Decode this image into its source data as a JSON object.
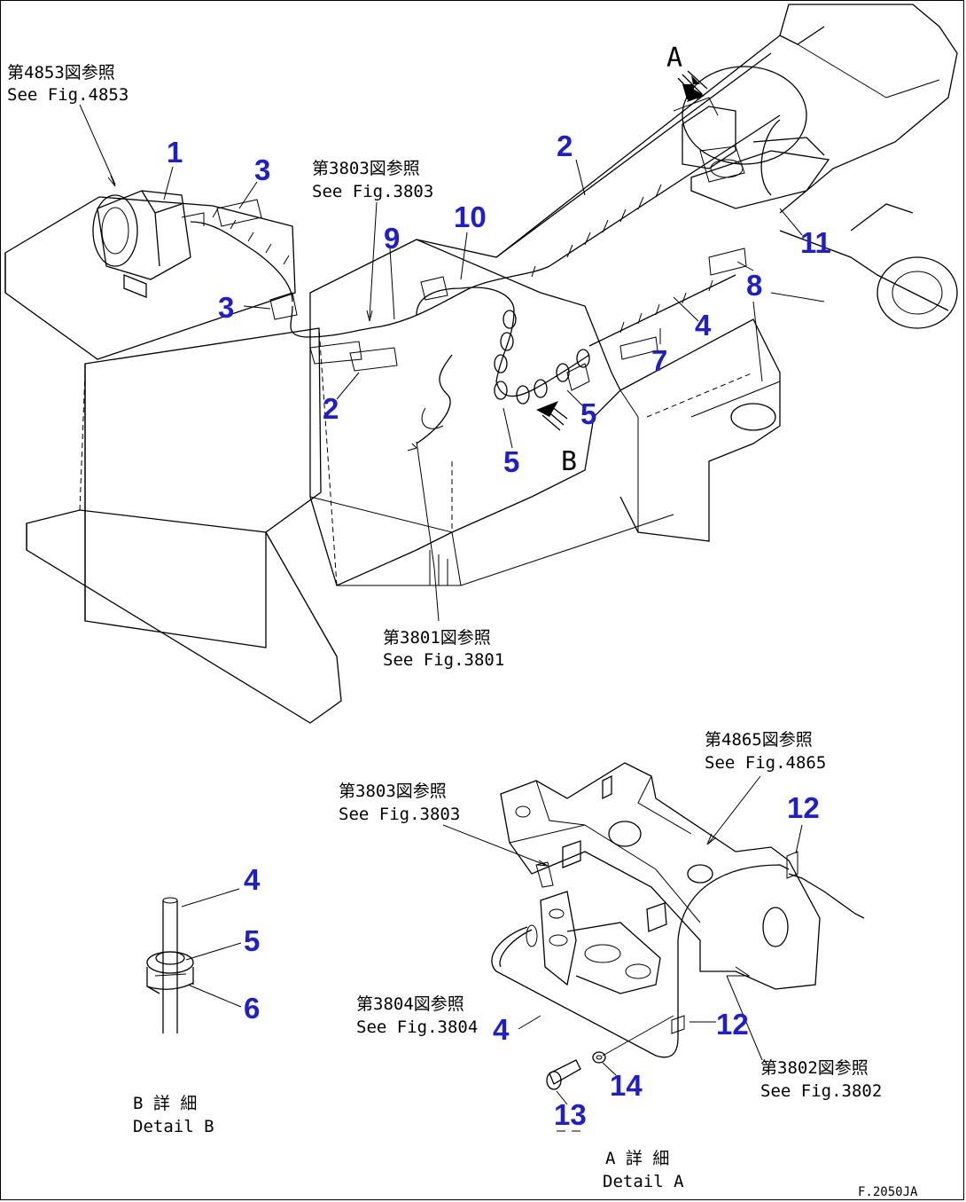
{
  "refs": {
    "fig4853_jp": "第4853図参照",
    "fig4853_en": "See Fig.4853",
    "fig3803_jp": "第3803図参照",
    "fig3803_en": "See Fig.3803",
    "fig3801_jp": "第3801図参照",
    "fig3801_en": "See Fig.3801",
    "fig4865_jp": "第4865図参照",
    "fig4865_en": "See Fig.4865",
    "fig3803b_jp": "第3803図参照",
    "fig3803b_en": "See Fig.3803",
    "fig3804_jp": "第3804図参照",
    "fig3804_en": "See Fig.3804",
    "fig3802_jp": "第3802図参照",
    "fig3802_en": "See Fig.3802"
  },
  "views": {
    "arrow_a": "A",
    "arrow_b": "B",
    "detail_b_jp": "B 詳 細",
    "detail_b_en": "Detail B",
    "detail_a_jp": "A 詳 細",
    "detail_a_en": "Detail A"
  },
  "part_numbers": {
    "p1": "1",
    "p2a": "2",
    "p2b": "2",
    "p3a": "3",
    "p3b": "3",
    "p4a": "4",
    "p4b": "4",
    "p4c": "4",
    "p5a": "5",
    "p5b": "5",
    "p5c": "5",
    "p6": "6",
    "p7": "7",
    "p8": "8",
    "p9": "9",
    "p10": "10",
    "p11": "11",
    "p12a": "12",
    "p12b": "12",
    "p13": "13",
    "p14": "14"
  },
  "drawing_code": "F.2050JA",
  "colors": {
    "callout": "#1d1dd6",
    "line": "#000000",
    "background": "#ffffff"
  }
}
